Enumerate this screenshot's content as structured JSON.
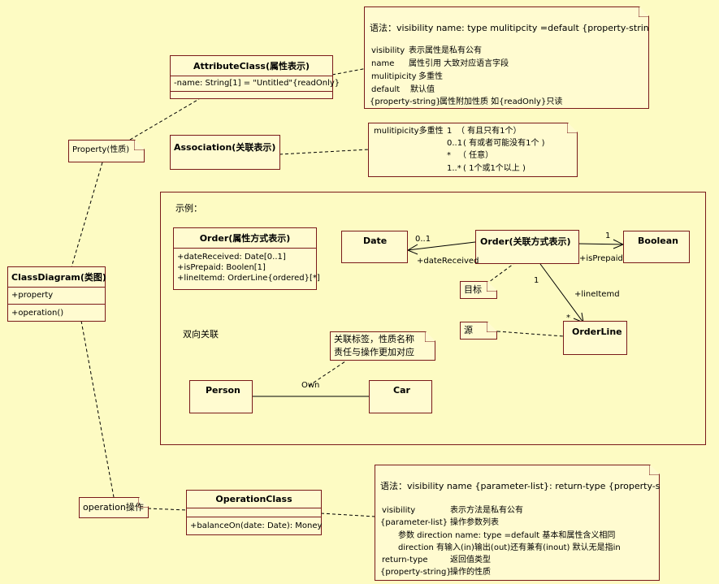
{
  "attr_note": {
    "syntax": "语法：visibility name: type mulitipcity =default {property-string}",
    "rows": [
      {
        "k": "visibility",
        "v": "表示属性是私有公有"
      },
      {
        "k": "name",
        "v": "属性引用 大致对应语言字段"
      },
      {
        "k": "mulitipicity",
        "v": "多重性"
      },
      {
        "k": "default",
        "v": "默认值"
      },
      {
        "k": "{property-string}",
        "v": "属性附加性质 如{readOnly}只读"
      }
    ]
  },
  "mult_note": {
    "head": "mulitipicity多重性",
    "rows": [
      {
        "k": "1",
        "v": "（ 有且只有1个）"
      },
      {
        "k": "0..1",
        "v": "( 有或者可能没有1个 )"
      },
      {
        "k": "*",
        "v": "（ 任意）"
      },
      {
        "k": "1..*",
        "v": "( 1个或1个以上 )"
      }
    ]
  },
  "attribute_class": {
    "name": "AttributeClass(属性表示)",
    "attr": "-name: String[1] = \"Untitled\"{readOnly}"
  },
  "association_class": {
    "name": "Association(关联表示)"
  },
  "property_note": "Property(性质)",
  "class_diagram": {
    "name": "ClassDiagram(类图)",
    "attr": "+property",
    "op": "+operation()"
  },
  "example": {
    "title": "示例：",
    "order_attr": {
      "name": "Order(属性方式表示)",
      "attrs": [
        "+dateReceived: Date[0..1]",
        "+isPrepaid: Boolen[1]",
        "+lineItemd: OrderLine{ordered}[*]"
      ]
    },
    "order_assoc": {
      "name": "Order(关联方式表示)"
    },
    "date": "Date",
    "boolean": "Boolean",
    "orderline": "OrderLine",
    "labels": {
      "date_mult": "0..1",
      "date_role": "+dateReceived",
      "bool_mult": "1",
      "bool_role": "+isPrepaid",
      "ol_src_mult": "1",
      "ol_role": "+lineItemd",
      "ol_mult": "*"
    },
    "target_note": "目标",
    "source_note": "源",
    "bidirectional": "双向关联",
    "assoc_note_l1": "关联标签，性质名称",
    "assoc_note_l2": "责任与操作更加对应",
    "person": "Person",
    "car": "Car",
    "own": "Own"
  },
  "operation_note": "operation操作",
  "operation_class": {
    "name": "OperationClass",
    "op": "+balanceOn(date: Date): Money"
  },
  "op_note": {
    "syntax": "语法：visibility name {parameter-list}: return-type {property-string}",
    "rows": [
      {
        "k": "visibility",
        "v": "表示方法是私有公有"
      },
      {
        "k": "{parameter-list}",
        "v": "操作参数列表"
      }
    ],
    "param_line": "参数 direction name: type  =default  基本和属性含义相同",
    "direction_line": "direction 有输入(in)输出(out)还有兼有(inout) 默认无是指in",
    "rows2": [
      {
        "k": "return-type",
        "v": "返回值类型"
      },
      {
        "k": "{property-string}",
        "v": "操作的性质"
      }
    ]
  },
  "colors": {
    "background": "#fdfbc3",
    "box_fill": "#fffbd0",
    "border": "#7a1a1a"
  }
}
